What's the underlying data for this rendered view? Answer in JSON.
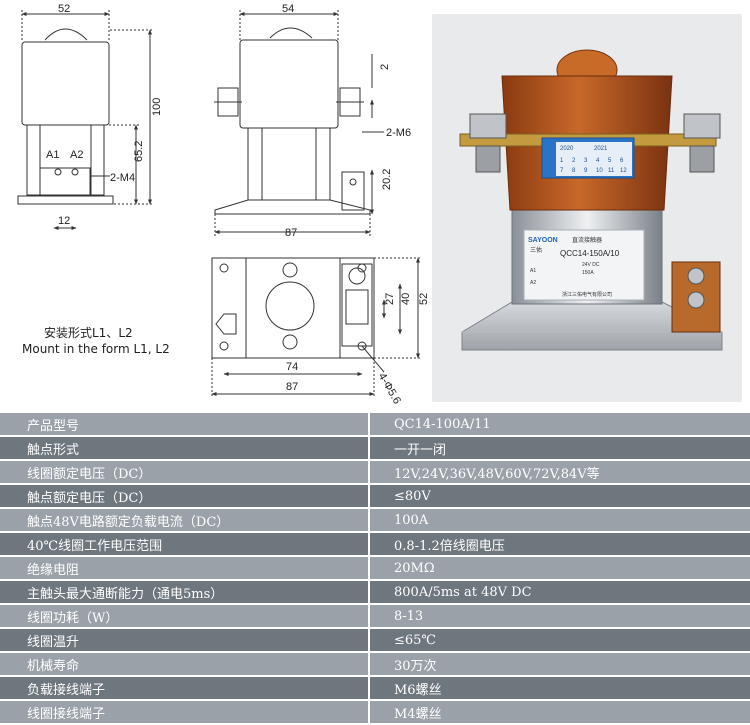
{
  "drawing": {
    "front_view": {
      "width_label": "52",
      "height_label": "100",
      "inner_height_label": "65.2",
      "terminal_a1": "A1",
      "terminal_a2": "A2",
      "screw_label": "2-M4",
      "bottom_width_label": "12"
    },
    "side_view": {
      "width_label": "54",
      "top_gap_label": "2",
      "screw_label": "2-M6",
      "terminal_height_label": "20.2",
      "base_width_label": "87"
    },
    "top_view": {
      "hole_spacing_label": "27",
      "inner_depth_label": "40",
      "depth_label": "52",
      "inner_width_label": "74",
      "width_label": "87",
      "hole_label": "4-Φ5.6"
    },
    "mount_note_cn": "安装形式L1、L2",
    "mount_note_en": "Mount in the form L1, L2"
  },
  "photo": {
    "label_years": [
      "2020",
      "2021"
    ],
    "label_months": [
      "1",
      "2",
      "3",
      "4",
      "5",
      "6",
      "7",
      "8",
      "9",
      "10",
      "11",
      "12"
    ],
    "brand": "SAYOON",
    "brand_cn": "三佑",
    "product_type_cn": "直流接触器",
    "model": "QCC14-150A/10",
    "coil_voltage": "24V DC",
    "rated_current": "150A",
    "terminal_a1": "A1",
    "terminal_a2": "A2",
    "manufacturer_cn": "浙江三佑电气有限公司"
  },
  "spec_table": {
    "rows": [
      {
        "label": "产品型号",
        "value": "QC14-100A/11"
      },
      {
        "label": "触点形式",
        "value": "一开一闭"
      },
      {
        "label": "线圈额定电压（DC）",
        "value": "12V,24V,36V,48V,60V,72V,84V等"
      },
      {
        "label": "触点额定电压（DC）",
        "value": "≤80V"
      },
      {
        "label": "触点48V电路额定负载电流（DC）",
        "value": "100A"
      },
      {
        "label": "40℃线圈工作电压范围",
        "value": "0.8-1.2倍线圈电压"
      },
      {
        "label": "绝缘电阻",
        "value": "20MΩ"
      },
      {
        "label": "主触头最大通断能力（通电5ms）",
        "value": "800A/5ms at 48V DC"
      },
      {
        "label": "线圈功耗（W）",
        "value": "8-13"
      },
      {
        "label": "线圈温升",
        "value": "≤65℃"
      },
      {
        "label": "机械寿命",
        "value": "30万次"
      },
      {
        "label": "负载接线端子",
        "value": "M6螺丝"
      },
      {
        "label": "线圈接线端子",
        "value": "M4螺丝"
      }
    ]
  }
}
